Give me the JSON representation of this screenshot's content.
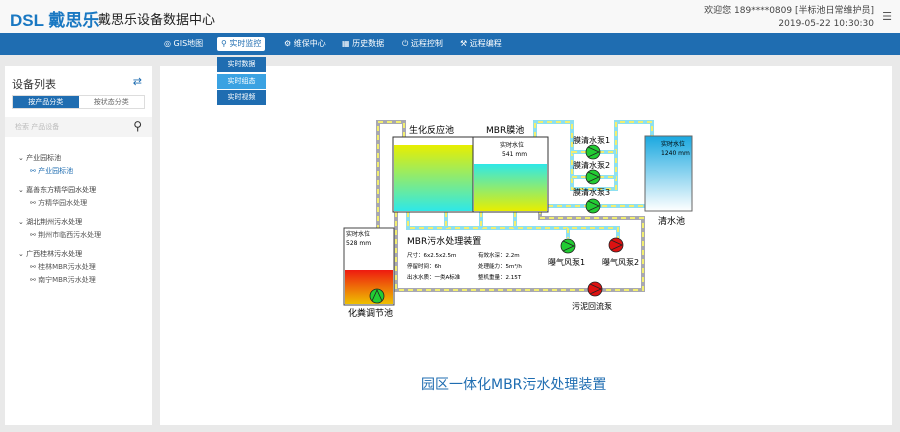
{
  "header": {
    "logo": "DSL 戴思乐",
    "title": "戴思乐设备数据中心",
    "welcome": "欢迎您  189****0809 [半标池日常维护员]",
    "datetime": "2019-05-22 10:30:30",
    "menu_icon": "list-icon"
  },
  "nav": {
    "items": [
      {
        "label": "GIS地图",
        "icon": "globe-icon"
      },
      {
        "label": "实时监控",
        "icon": "search-icon",
        "active": true
      },
      {
        "label": "维保中心",
        "icon": "gear-icon"
      },
      {
        "label": "历史数据",
        "icon": "calendar-icon"
      },
      {
        "label": "远程控制",
        "icon": "power-icon"
      },
      {
        "label": "远程编程",
        "icon": "wrench-icon"
      }
    ],
    "dropdown": [
      {
        "label": "实时数据"
      },
      {
        "label": "实时组态",
        "highlighted": true
      },
      {
        "label": "实时视频"
      }
    ]
  },
  "sidebar": {
    "title": "设备列表",
    "tabs": [
      "按产品分类",
      "按状态分类"
    ],
    "search_placeholder": "检索 产品设备",
    "groups": [
      {
        "label": "产业园标池",
        "children": [
          "产业园标池"
        ]
      },
      {
        "label": "嘉善东方精华园水处理",
        "children": [
          "方精华园水处理"
        ]
      },
      {
        "label": "湖北荆州污水处理",
        "children": [
          "荆州市临西污水处理"
        ]
      },
      {
        "label": "广西桂林污水处理",
        "children": [
          "桂林MBR污水处理",
          "南宁MBR污水处理"
        ]
      }
    ]
  },
  "diagram": {
    "title": "园区一体化MBR污水处理装置",
    "tanks": {
      "bio": "生化反应池",
      "mbr": "MBR膜池",
      "clean": "清水池",
      "septic": "化粪调节池"
    },
    "levels": {
      "label": "实时水位",
      "mbr": "541   mm",
      "clean": "1240  mm",
      "septic": "528    mm"
    },
    "pumps": {
      "m1": "膜清水泵1",
      "m2": "膜清水泵2",
      "m3": "膜清水泵3",
      "a1": "曝气风泵1",
      "a2": "曝气风泵2",
      "sludge": "污泥回流泵"
    },
    "info": {
      "title": "MBR污水处理装置",
      "size": "尺寸：6x2.5x2.5m",
      "depth": "有效水深：2.2m",
      "time": "停留时间：6h",
      "capacity": "处理能力：5m³/h",
      "quality": "出水水质：一类A标准",
      "weight": "整机重量：2.15T"
    },
    "colors": {
      "running": "#22cc33",
      "stopped": "#dd1111",
      "accent": "#1f6db1"
    }
  }
}
